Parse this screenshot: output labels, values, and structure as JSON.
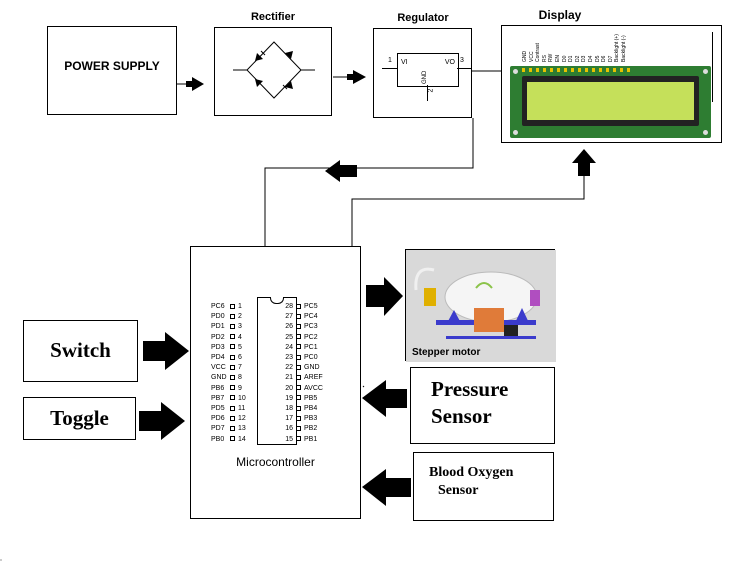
{
  "blocks": {
    "power_supply": "POWER SUPPLY",
    "rectifier": "Rectifier",
    "regulator": "Regulator",
    "display": "Display",
    "microcontroller": "Microcontroller",
    "switch": "Switch",
    "toggle": "Toggle",
    "stepper_motor": "Stepper motor",
    "pressure_sensor_line1": "Pressure",
    "pressure_sensor_line2": "Sensor",
    "blood_oxygen_line1": "Blood Oxygen",
    "blood_oxygen_line2": "Sensor"
  },
  "regulator_pins": {
    "pin1": "1",
    "pin2": "2",
    "pin3": "3",
    "vi": "VI",
    "vo": "VO",
    "gnd": "GND"
  },
  "lcd_pins": [
    "GND",
    "VCC",
    "Contrast",
    "RS",
    "RW",
    "EN",
    "D0",
    "D1",
    "D2",
    "D3",
    "D4",
    "D5",
    "D6",
    "D7",
    "Backlight (+)",
    "Backlight (-)"
  ],
  "mcu_pins": {
    "left": [
      {
        "name": "PC6",
        "num": "1"
      },
      {
        "name": "PD0",
        "num": "2"
      },
      {
        "name": "PD1",
        "num": "3"
      },
      {
        "name": "PD2",
        "num": "4"
      },
      {
        "name": "PD3",
        "num": "5"
      },
      {
        "name": "PD4",
        "num": "6"
      },
      {
        "name": "VCC",
        "num": "7"
      },
      {
        "name": "GND",
        "num": "8"
      },
      {
        "name": "PB6",
        "num": "9"
      },
      {
        "name": "PB7",
        "num": "10"
      },
      {
        "name": "PD5",
        "num": "11"
      },
      {
        "name": "PD6",
        "num": "12"
      },
      {
        "name": "PD7",
        "num": "13"
      },
      {
        "name": "PB0",
        "num": "14"
      }
    ],
    "right": [
      {
        "name": "PC5",
        "num": "28"
      },
      {
        "name": "PC4",
        "num": "27"
      },
      {
        "name": "PC3",
        "num": "26"
      },
      {
        "name": "PC2",
        "num": "25"
      },
      {
        "name": "PC1",
        "num": "24"
      },
      {
        "name": "PC0",
        "num": "23"
      },
      {
        "name": "GND",
        "num": "22"
      },
      {
        "name": "AREF",
        "num": "21"
      },
      {
        "name": "AVCC",
        "num": "20"
      },
      {
        "name": "PB5",
        "num": "19"
      },
      {
        "name": "PB4",
        "num": "18"
      },
      {
        "name": "PB3",
        "num": "17"
      },
      {
        "name": "PB2",
        "num": "16"
      },
      {
        "name": "PB1",
        "num": "15"
      }
    ]
  },
  "colors": {
    "lcd_board": "#2e7d32",
    "lcd_screen": "#c5e05a",
    "motor_bg": "#d9d9d9",
    "arrow": "#000000"
  }
}
